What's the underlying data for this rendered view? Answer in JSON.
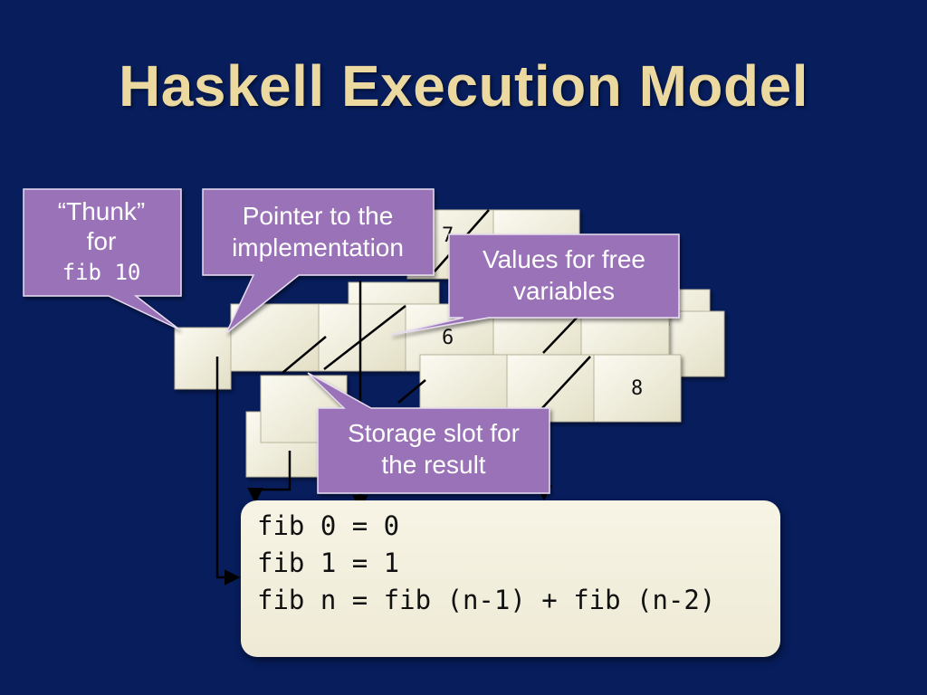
{
  "slide": {
    "title": "Haskell Execution Model"
  },
  "callouts": {
    "thunk": {
      "line1": "“Thunk”",
      "line2": "for",
      "line3": "fib 10"
    },
    "pointer": {
      "line1": "Pointer to the",
      "line2": "implementation"
    },
    "values": {
      "line1": "Values for free",
      "line2": "variables"
    },
    "storage": {
      "line1": "Storage slot for",
      "line2": "the result"
    }
  },
  "cells": {
    "value_6": "6",
    "value_8": "8",
    "value_8_partial": "8",
    "value_partial_top": "7"
  },
  "code": {
    "lines": [
      "fib 0 = 0",
      "fib 1 = 1",
      "fib n = fib (n-1) + fib (n-2)"
    ]
  },
  "colors": {
    "background": "#071d5c",
    "title": "#ecd9a0",
    "callout_fill": "#9a72b8",
    "cell_fill": "#efecd9",
    "code_box": "#f5f2e2"
  }
}
